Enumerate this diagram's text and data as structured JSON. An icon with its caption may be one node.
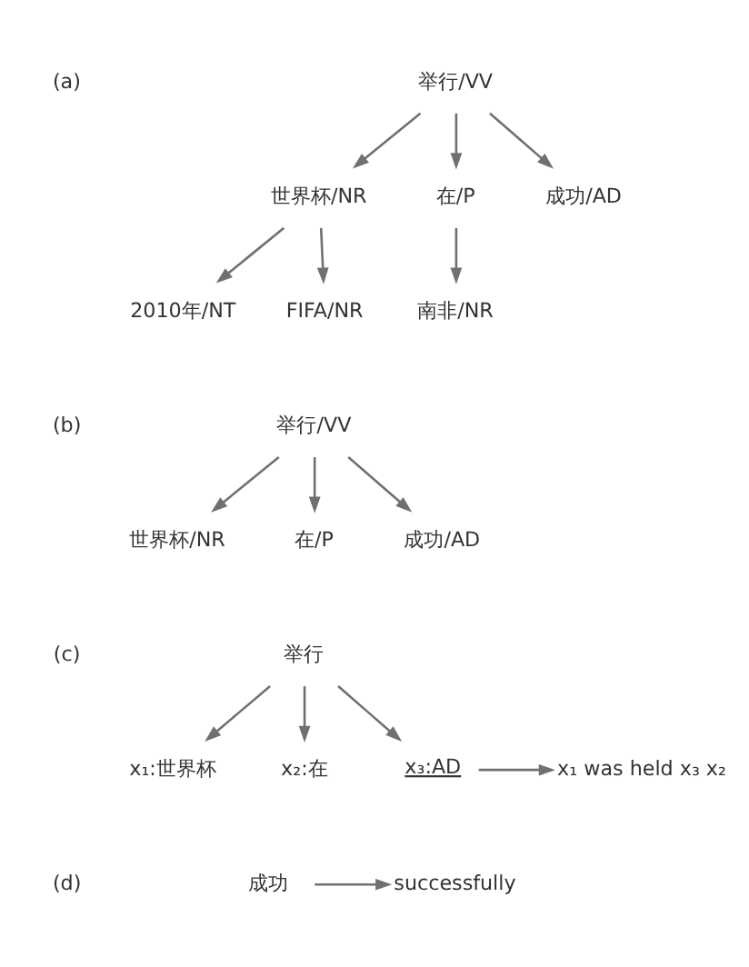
{
  "diagram": {
    "nodes": [
      {
        "text": [
          "举行/VV"
        ]
      },
      {
        "text": [
          "世界杯/NR"
        ]
      },
      {
        "text": [
          "在/P"
        ]
      },
      {
        "text": [
          "成功/AD"
        ]
      },
      {
        "text": [
          "2010年/NT"
        ]
      },
      {
        "text": [
          "FIFA/NR"
        ]
      },
      {
        "text": [
          "南非/NR"
        ]
      },
      {
        "text": [
          "举行/VV"
        ]
      },
      {
        "text": [
          "世界杯/NR"
        ]
      },
      {
        "text": [
          "在/P"
        ]
      },
      {
        "text": [
          "成功/AD"
        ]
      },
      {
        "text": [
          "举行"
        ]
      },
      {
        "text": [
          "x₁:世界杯"
        ]
      },
      {
        "text": [
          "x₂:在"
        ]
      },
      {
        "text": [
          "x₃:AD"
        ]
      },
      {
        "text": [
          "x₁ was held x₃ x₂"
        ]
      },
      {
        "text": [
          "成功"
        ]
      },
      {
        "text": [
          "successfully"
        ]
      }
    ],
    "edges": [
      {
        "from": 0,
        "to": 1,
        "arrow": "to"
      },
      {
        "from": 0,
        "to": 2,
        "arrow": "to"
      },
      {
        "from": 0,
        "to": 3,
        "arrow": "to"
      },
      {
        "from": 1,
        "to": 4,
        "arrow": "to"
      },
      {
        "from": 1,
        "to": 5,
        "arrow": "to"
      },
      {
        "from": 2,
        "to": 6,
        "arrow": "to"
      },
      {
        "from": 7,
        "to": 8,
        "arrow": "to"
      },
      {
        "from": 7,
        "to": 9,
        "arrow": "to"
      },
      {
        "from": 7,
        "to": 10,
        "arrow": "to"
      },
      {
        "from": 11,
        "to": 12,
        "arrow": "to"
      },
      {
        "from": 11,
        "to": 13,
        "arrow": "to"
      },
      {
        "from": 11,
        "to": 14,
        "arrow": "to"
      },
      {
        "from": 14,
        "to": 15,
        "arrow": "to"
      },
      {
        "from": 16,
        "to": 17,
        "arrow": "to"
      }
    ],
    "labels": [
      "(a)",
      "(b)",
      "(c)",
      "(d)"
    ]
  }
}
